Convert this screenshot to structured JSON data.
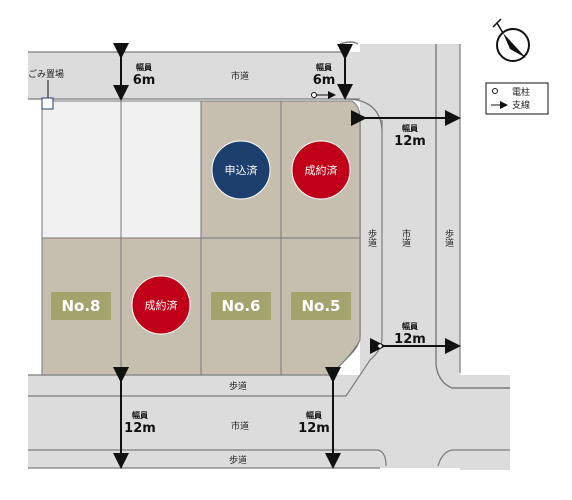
{
  "legend": {
    "pole_label": "電柱",
    "stay_label": "支線"
  },
  "garbage_label": "ごみ置場",
  "roads": {
    "top": {
      "name": "市道",
      "width_label": "幅員",
      "width_value": "6m"
    },
    "top_right": {
      "width_label": "幅員",
      "width_value": "6m"
    },
    "right": {
      "name": "市道",
      "sidewalk_left": "歩道",
      "sidewalk_right": "歩道",
      "width_label_upper": "幅員",
      "width_value_upper": "12m",
      "width_label_lower": "幅員",
      "width_value_lower": "12m"
    },
    "bottom": {
      "name": "市道",
      "sidewalk_top": "歩道",
      "sidewalk_bottom": "歩道",
      "width_label_left": "幅員",
      "width_value_left": "12m",
      "width_label_right": "幅員",
      "width_value_right": "12m"
    }
  },
  "lots": {
    "no8": "No.8",
    "no6": "No.6",
    "no5": "No.5"
  },
  "badges": {
    "applied": "申込済",
    "contracted_upper": "成約済",
    "contracted_lower": "成約済"
  },
  "colors": {
    "lot_available": "#c6bfb0",
    "lot_unmarked": "#f1f1f1",
    "road": "#dcdcdc",
    "lot_number_bg": "#a3a36e",
    "badge_applied": "#1c3f6e",
    "badge_contracted": "#c00018"
  },
  "icons": {
    "compass": "north-arrow-icon",
    "pole": "utility-pole-icon",
    "stay": "stay-wire-icon"
  }
}
